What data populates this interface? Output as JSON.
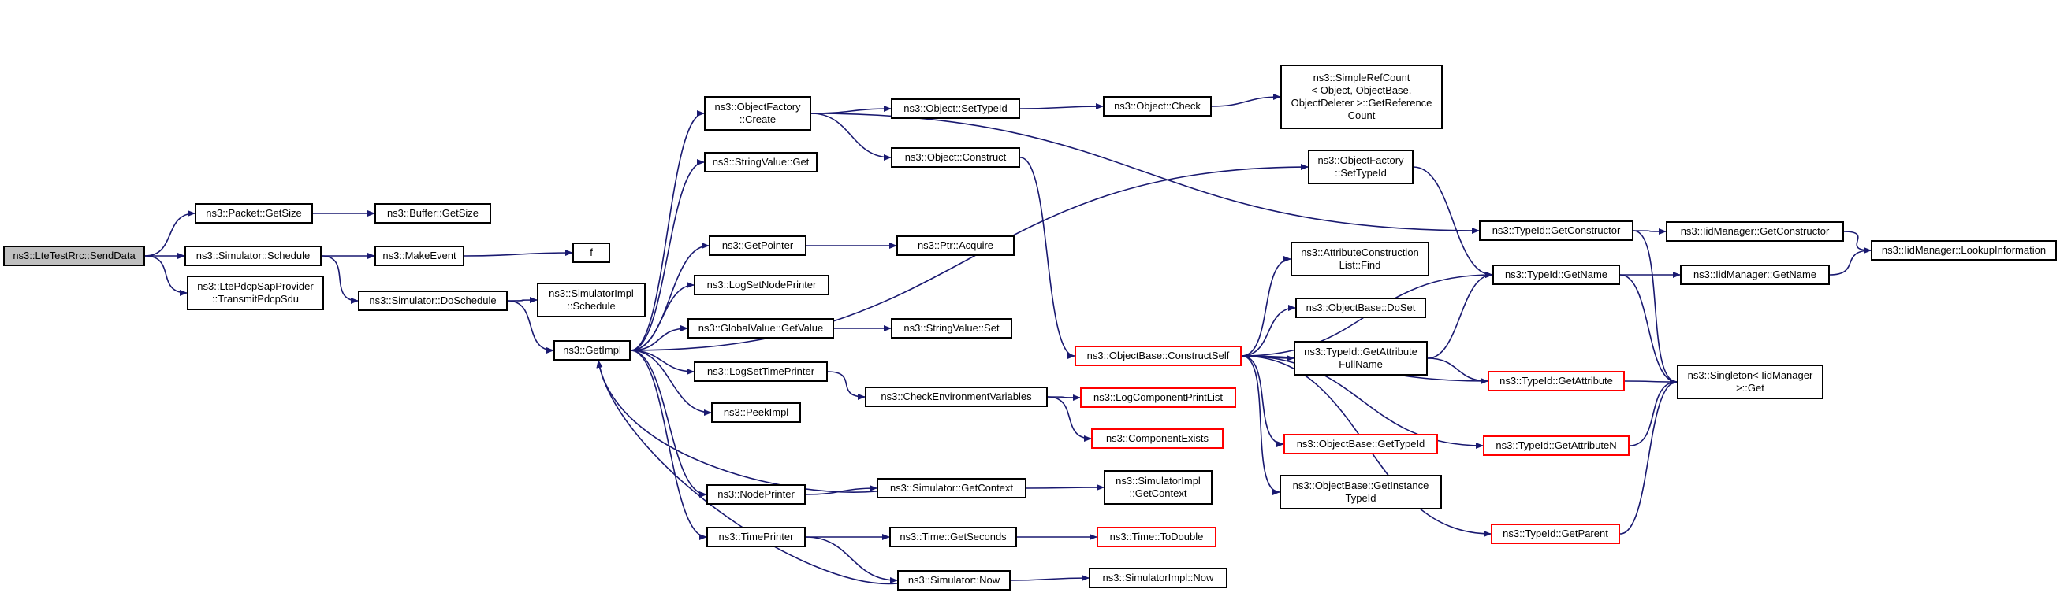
{
  "colors": {
    "edge": "#191970",
    "border": "#000000",
    "border_incomplete": "#ff0000",
    "root_fill": "#bfbfbf",
    "fill": "#ffffff"
  },
  "nodes": [
    {
      "id": "sendData",
      "label": "ns3::LteTestRrc::SendData",
      "root": true
    },
    {
      "id": "pktGetSize",
      "label": "ns3::Packet::GetSize"
    },
    {
      "id": "simSchedule",
      "label": "ns3::Simulator::Schedule"
    },
    {
      "id": "transmit",
      "label": "ns3::LtePdcpSapProvider\n::TransmitPdcpSdu"
    },
    {
      "id": "bufGetSize",
      "label": "ns3::Buffer::GetSize"
    },
    {
      "id": "makeEvent",
      "label": "ns3::MakeEvent"
    },
    {
      "id": "f",
      "label": "f"
    },
    {
      "id": "doSchedule",
      "label": "ns3::Simulator::DoSchedule"
    },
    {
      "id": "implSchedule",
      "label": "ns3::SimulatorImpl\n::Schedule"
    },
    {
      "id": "getImpl",
      "label": "ns3::GetImpl"
    },
    {
      "id": "ofCreate",
      "label": "ns3::ObjectFactory\n::Create"
    },
    {
      "id": "strGet",
      "label": "ns3::StringValue::Get"
    },
    {
      "id": "getPointer",
      "label": "ns3::GetPointer"
    },
    {
      "id": "logNode",
      "label": "ns3::LogSetNodePrinter"
    },
    {
      "id": "gvGet",
      "label": "ns3::GlobalValue::GetValue"
    },
    {
      "id": "logTime",
      "label": "ns3::LogSetTimePrinter"
    },
    {
      "id": "peekImpl",
      "label": "ns3::PeekImpl"
    },
    {
      "id": "nodePrinter",
      "label": "ns3::NodePrinter"
    },
    {
      "id": "timePrinter",
      "label": "ns3::TimePrinter"
    },
    {
      "id": "setTypeId",
      "label": "ns3::Object::SetTypeId"
    },
    {
      "id": "construct",
      "label": "ns3::Object::Construct"
    },
    {
      "id": "ptrAcquire",
      "label": "ns3::Ptr::Acquire"
    },
    {
      "id": "strSet",
      "label": "ns3::StringValue::Set"
    },
    {
      "id": "checkEnv",
      "label": "ns3::CheckEnvironmentVariables"
    },
    {
      "id": "getContext",
      "label": "ns3::Simulator::GetContext"
    },
    {
      "id": "getSeconds",
      "label": "ns3::Time::GetSeconds"
    },
    {
      "id": "simNow",
      "label": "ns3::Simulator::Now"
    },
    {
      "id": "objCheck",
      "label": "ns3::Object::Check"
    },
    {
      "id": "simpleRef",
      "label": "ns3::SimpleRefCount\n< Object, ObjectBase,\nObjectDeleter >::GetReference\nCount"
    },
    {
      "id": "ofSetTypeId",
      "label": "ns3::ObjectFactory\n::SetTypeId"
    },
    {
      "id": "constructSelf",
      "label": "ns3::ObjectBase::ConstructSelf",
      "red": true
    },
    {
      "id": "logCompPrint",
      "label": "ns3::LogComponentPrintList",
      "red": true
    },
    {
      "id": "compExists",
      "label": "ns3::ComponentExists",
      "red": true
    },
    {
      "id": "implGetContext",
      "label": "ns3::SimulatorImpl\n::GetContext"
    },
    {
      "id": "toDouble",
      "label": "ns3::Time::ToDouble",
      "red": true
    },
    {
      "id": "implNow",
      "label": "ns3::SimulatorImpl::Now"
    },
    {
      "id": "acFind",
      "label": "ns3::AttributeConstruction\nList::Find"
    },
    {
      "id": "doSet",
      "label": "ns3::ObjectBase::DoSet"
    },
    {
      "id": "attrFullName",
      "label": "ns3::TypeId::GetAttribute\nFullName"
    },
    {
      "id": "obGetTypeId",
      "label": "ns3::ObjectBase::GetTypeId",
      "red": true
    },
    {
      "id": "obInstance",
      "label": "ns3::ObjectBase::GetInstance\nTypeId"
    },
    {
      "id": "tidGetCtor",
      "label": "ns3::TypeId::GetConstructor"
    },
    {
      "id": "tidGetName",
      "label": "ns3::TypeId::GetName"
    },
    {
      "id": "tidGetAttr",
      "label": "ns3::TypeId::GetAttribute",
      "red": true
    },
    {
      "id": "tidGetAttrN",
      "label": "ns3::TypeId::GetAttributeN",
      "red": true
    },
    {
      "id": "tidGetParent",
      "label": "ns3::TypeId::GetParent",
      "red": true
    },
    {
      "id": "iidGetCtor",
      "label": "ns3::IidManager::GetConstructor"
    },
    {
      "id": "iidGetName",
      "label": "ns3::IidManager::GetName"
    },
    {
      "id": "singleton",
      "label": "ns3::Singleton< IidManager\n>::Get"
    },
    {
      "id": "lookup",
      "label": "ns3::IidManager::LookupInformation"
    }
  ],
  "edges": [
    [
      "sendData",
      "pktGetSize"
    ],
    [
      "sendData",
      "simSchedule"
    ],
    [
      "sendData",
      "transmit"
    ],
    [
      "pktGetSize",
      "bufGetSize"
    ],
    [
      "simSchedule",
      "makeEvent"
    ],
    [
      "simSchedule",
      "doSchedule"
    ],
    [
      "makeEvent",
      "f"
    ],
    [
      "doSchedule",
      "implSchedule"
    ],
    [
      "doSchedule",
      "getImpl"
    ],
    [
      "getImpl",
      "ofCreate"
    ],
    [
      "getImpl",
      "strGet"
    ],
    [
      "getImpl",
      "ofSetTypeId"
    ],
    [
      "getImpl",
      "getPointer"
    ],
    [
      "getImpl",
      "logNode"
    ],
    [
      "getImpl",
      "gvGet"
    ],
    [
      "getImpl",
      "logTime"
    ],
    [
      "getImpl",
      "peekImpl"
    ],
    [
      "getImpl",
      "nodePrinter"
    ],
    [
      "getImpl",
      "timePrinter"
    ],
    [
      "ofCreate",
      "setTypeId"
    ],
    [
      "ofCreate",
      "construct"
    ],
    [
      "ofCreate",
      "tidGetCtor"
    ],
    [
      "setTypeId",
      "objCheck"
    ],
    [
      "objCheck",
      "simpleRef"
    ],
    [
      "construct",
      "constructSelf"
    ],
    [
      "getPointer",
      "ptrAcquire"
    ],
    [
      "gvGet",
      "strSet"
    ],
    [
      "logTime",
      "checkEnv"
    ],
    [
      "checkEnv",
      "logCompPrint"
    ],
    [
      "checkEnv",
      "compExists"
    ],
    [
      "nodePrinter",
      "getContext"
    ],
    [
      "getContext",
      "getImpl"
    ],
    [
      "getContext",
      "implGetContext"
    ],
    [
      "timePrinter",
      "getSeconds"
    ],
    [
      "timePrinter",
      "simNow"
    ],
    [
      "getSeconds",
      "toDouble"
    ],
    [
      "simNow",
      "getImpl"
    ],
    [
      "simNow",
      "implNow"
    ],
    [
      "ofSetTypeId",
      "tidGetName"
    ],
    [
      "constructSelf",
      "tidGetName"
    ],
    [
      "constructSelf",
      "acFind"
    ],
    [
      "constructSelf",
      "doSet"
    ],
    [
      "constructSelf",
      "attrFullName"
    ],
    [
      "constructSelf",
      "tidGetAttr"
    ],
    [
      "constructSelf",
      "obGetTypeId"
    ],
    [
      "constructSelf",
      "obInstance"
    ],
    [
      "constructSelf",
      "tidGetAttrN"
    ],
    [
      "constructSelf",
      "tidGetParent"
    ],
    [
      "attrFullName",
      "tidGetName"
    ],
    [
      "attrFullName",
      "tidGetAttr"
    ],
    [
      "tidGetCtor",
      "iidGetCtor"
    ],
    [
      "tidGetCtor",
      "singleton"
    ],
    [
      "tidGetName",
      "iidGetName"
    ],
    [
      "tidGetName",
      "singleton"
    ],
    [
      "tidGetAttr",
      "singleton"
    ],
    [
      "tidGetAttrN",
      "singleton"
    ],
    [
      "tidGetParent",
      "singleton"
    ],
    [
      "iidGetCtor",
      "lookup"
    ],
    [
      "iidGetName",
      "lookup"
    ]
  ]
}
